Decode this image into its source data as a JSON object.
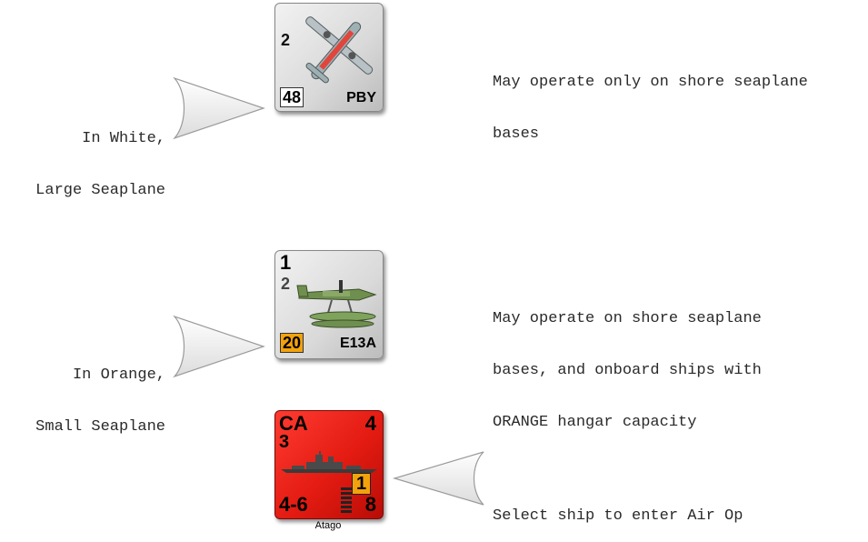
{
  "rows": [
    {
      "label_lines": [
        "In White,",
        "Large Seaplane"
      ],
      "description_lines": [
        "May operate only on shore seaplane",
        "bases"
      ],
      "counter": {
        "kind": "aircraft",
        "strength_top": "",
        "strength": "2",
        "range": "48",
        "type": "PBY",
        "range_color": "#ffffff",
        "icon": "pby-flying-boat-icon"
      }
    },
    {
      "label_lines": [
        "In Orange,",
        "Small Seaplane"
      ],
      "description_lines": [
        "May operate on shore seaplane",
        "bases, and onboard ships with",
        "ORANGE hangar capacity"
      ],
      "counter": {
        "kind": "aircraft",
        "strength_top": "1",
        "strength": "2",
        "range": "20",
        "type": "E13A",
        "range_color": "#f2a20c",
        "icon": "e13a-floatplane-icon"
      }
    },
    {
      "label_lines": [],
      "description_lines": [
        "Select ship to enter Air Op"
      ],
      "counter": {
        "kind": "ship",
        "ship_class": "CA",
        "top_right": "4",
        "second_left": "3",
        "hangar": "1",
        "bottom_left": "4-6",
        "bottom_right": "8",
        "name": "Atago",
        "color": "#e31b12",
        "icon": "cruiser-silhouette-icon"
      }
    }
  ]
}
